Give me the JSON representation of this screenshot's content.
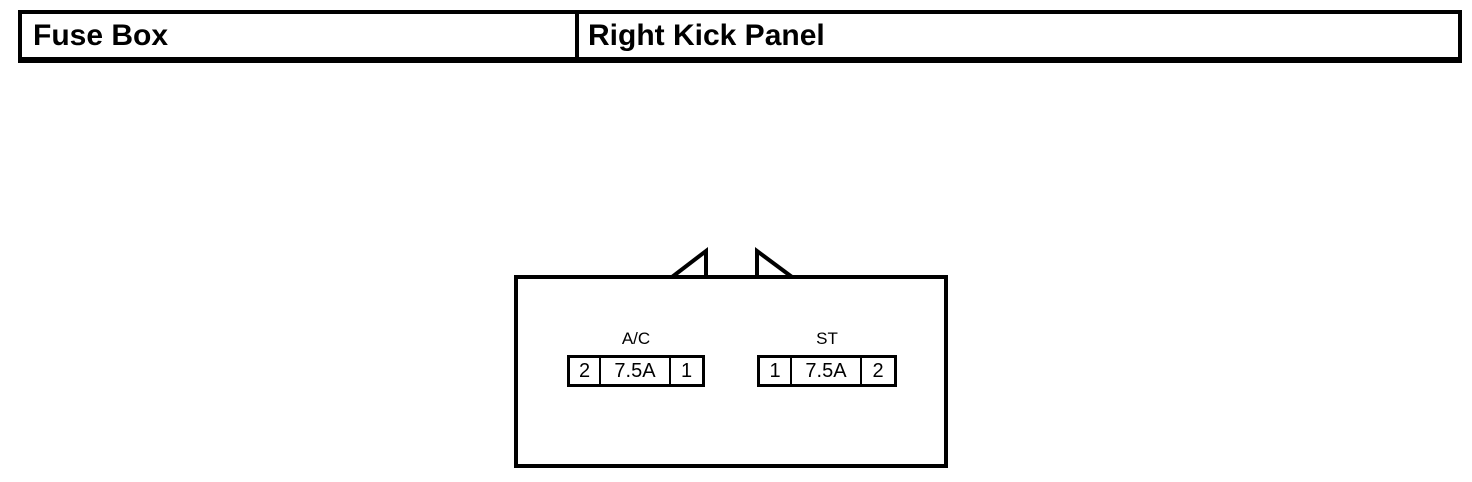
{
  "header": {
    "left_cell": "Fuse Box",
    "right_cell": "Right Kick Panel"
  },
  "diagram": {
    "component": "fuse-box-connector",
    "fuses": [
      {
        "label": "A/C",
        "cells": [
          "2",
          "7.5A",
          "1"
        ]
      },
      {
        "label": "ST",
        "cells": [
          "1",
          "7.5A",
          "2"
        ]
      }
    ]
  },
  "colors": {
    "line": "#000000",
    "background": "#ffffff"
  }
}
